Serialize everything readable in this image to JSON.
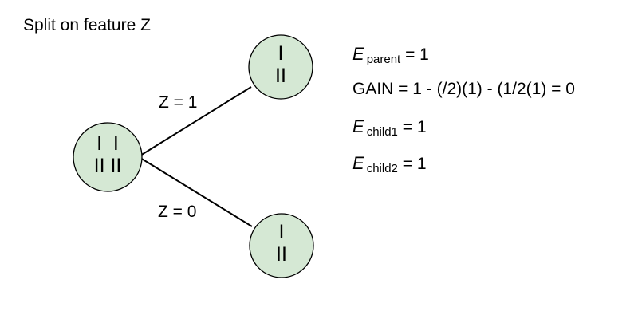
{
  "title": "Split on feature Z",
  "colors": {
    "node_fill": "#d5e8d4",
    "node_stroke": "#000000",
    "edge": "#000000"
  },
  "tree": {
    "root": {
      "line1": "I  I",
      "line2": "II II"
    },
    "child_top": {
      "line1": "I",
      "line2": "II",
      "edge_label": "Z = 1"
    },
    "child_bottom": {
      "line1": "I",
      "line2": "II",
      "edge_label": "Z = 0"
    }
  },
  "equations": {
    "parent": {
      "var": "E",
      "sub": "parent",
      "rest": " = 1"
    },
    "gain": "GAIN = 1 - (/2)(1) - (1/2(1) = 0",
    "child1": {
      "var": "E",
      "sub": "child1",
      "rest": " = 1"
    },
    "child2": {
      "var": "E",
      "sub": "child2",
      "rest": " = 1"
    }
  }
}
